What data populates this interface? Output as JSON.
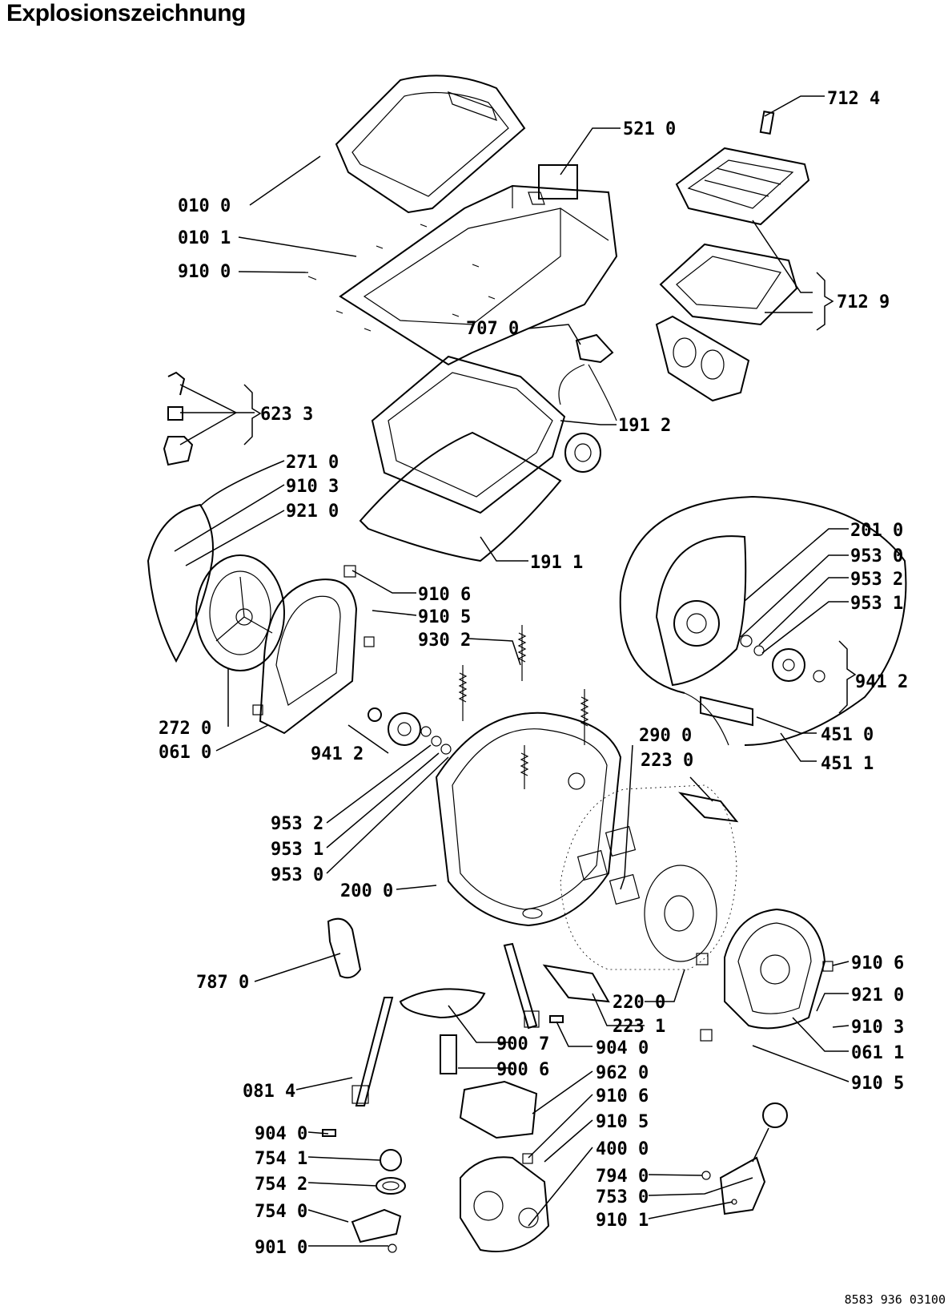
{
  "title": "Explosionszeichnung",
  "doc_number": "8583 936 03100",
  "parts": {
    "p0100": "010 0",
    "p0101": "010 1",
    "p9100": "910 0",
    "p5210": "521 0",
    "p7124": "712 4",
    "p7129": "712 9",
    "p7070": "707 0",
    "p6233": "623 3",
    "p1912": "191 2",
    "p2710": "271 0",
    "p9103a": "910 3",
    "p9210a": "921 0",
    "p1911": "191 1",
    "p9106a": "910 6",
    "p9105a": "910 5",
    "p9302": "930 2",
    "p2720": "272 0",
    "p0610": "061 0",
    "p9412a": "941 2",
    "p2010": "201 0",
    "p9530a": "953 0",
    "p9532a": "953 2",
    "p9531a": "953 1",
    "p9412b": "941 2",
    "p4510": "451 0",
    "p4511": "451 1",
    "p2900": "290 0",
    "p2230": "223 0",
    "p9532b": "953 2",
    "p9531b": "953 1",
    "p9530b": "953 0",
    "p2000": "200 0",
    "p7870": "787 0",
    "p2200": "220 0",
    "p2231": "223 1",
    "p9106b": "910 6",
    "p9210b": "921 0",
    "p9103b": "910 3",
    "p0611": "061 1",
    "p9105b": "910 5",
    "p9007": "900 7",
    "p9040a": "904 0",
    "p9006": "900 6",
    "p9620": "962 0",
    "p0814": "081 4",
    "p9106c": "910 6",
    "p9105c": "910 5",
    "p9040b": "904 0",
    "p7541": "754 1",
    "p4000": "400 0",
    "p7542": "754 2",
    "p7940": "794 0",
    "p7540": "754 0",
    "p7530": "753 0",
    "p9101": "910 1",
    "p9010": "901 0"
  }
}
